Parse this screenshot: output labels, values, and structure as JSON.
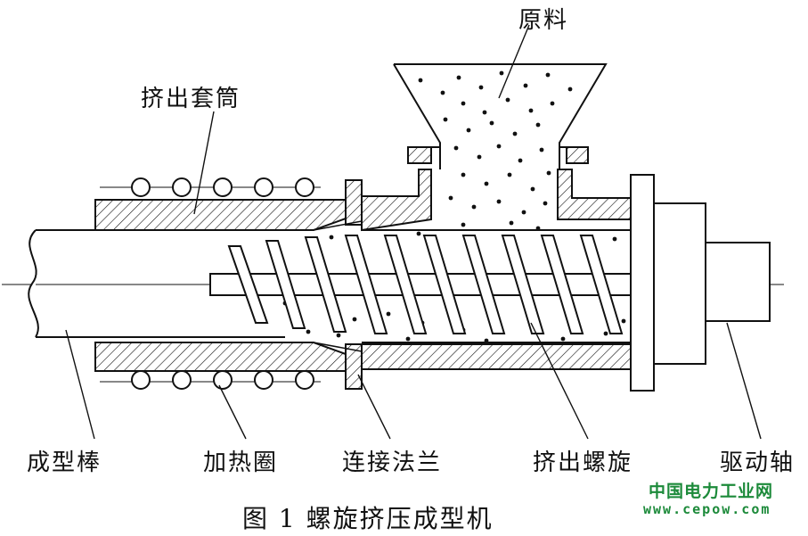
{
  "labels": {
    "raw_material": "原料",
    "extrusion_sleeve": "挤出套筒",
    "forming_rod": "成型棒",
    "heating_coil": "加热圈",
    "connecting_flange": "连接法兰",
    "extrusion_screw": "挤出螺旋",
    "drive_shaft": "驱动轴"
  },
  "caption": "图 1  螺旋挤压成型机",
  "watermark": {
    "name": "中国电力工业网",
    "url": "www.cepow.com"
  },
  "colors": {
    "line": "#111111",
    "watermark": "#1c8a3a"
  }
}
